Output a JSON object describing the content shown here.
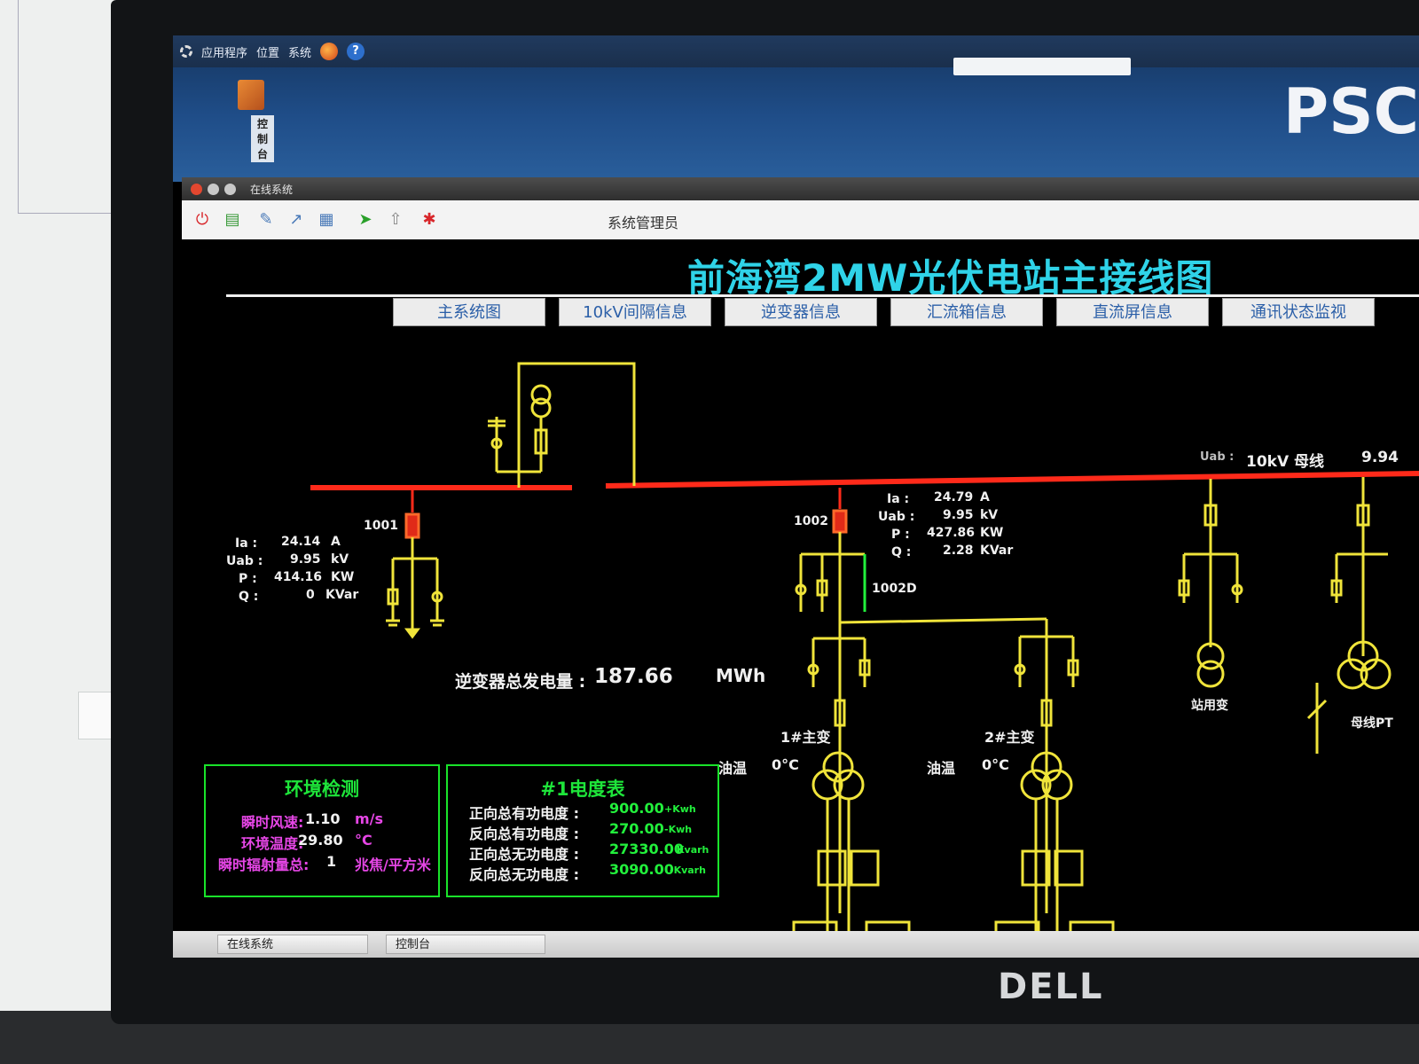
{
  "desktop": {
    "menu": [
      "应用程序",
      "位置",
      "系统"
    ],
    "desktop_icon_label": "控制台",
    "logo_text": "PSC"
  },
  "window": {
    "title": "在线系统",
    "user": "系统管理员"
  },
  "page": {
    "title": "前海湾2MW光伏电站主接线图",
    "nav": [
      "主系统图",
      "10kV间隔信息",
      "逆变器信息",
      "汇流箱信息",
      "直流屏信息",
      "通讯状态监视"
    ]
  },
  "diagram": {
    "bus_label": "10kV 母线",
    "bus_uab_label": "Uab :",
    "bus_uab_value": "9.94",
    "feeder1": {
      "id": "1001",
      "labels": [
        "Ia :",
        "Uab :",
        "P :",
        "Q :"
      ],
      "values": [
        "24.14",
        "9.95",
        "414.16",
        "0"
      ],
      "units": [
        "A",
        "kV",
        "KW",
        "KVar"
      ]
    },
    "feeder2": {
      "id": "1002",
      "ground_switch": "1002D",
      "labels": [
        "Ia :",
        "Uab :",
        "P :",
        "Q :"
      ],
      "values": [
        "24.79",
        "9.95",
        "427.86",
        "2.28"
      ],
      "units": [
        "A",
        "kV",
        "KW",
        "KVar"
      ]
    },
    "inverter_total_label": "逆变器总发电量 :",
    "inverter_total_value": "187.66",
    "inverter_total_unit": "MWh",
    "transformer1": {
      "name": "1#主变",
      "oil_label": "油温",
      "oil_value": "0°C"
    },
    "transformer2": {
      "name": "2#主变",
      "oil_label": "油温",
      "oil_value": "0°C"
    },
    "station_transformer": "站用变",
    "bus_pt": "母线PT"
  },
  "env": {
    "title": "环境检测",
    "rows": [
      {
        "label": "瞬时风速:",
        "value": "1.10",
        "unit": "m/s"
      },
      {
        "label": "环境温度:",
        "value": "29.80",
        "unit": "°C"
      },
      {
        "label": "瞬时辐射量总:",
        "value": "1",
        "unit": "兆焦/平方米"
      }
    ]
  },
  "meter": {
    "title": "#1电度表",
    "rows": [
      {
        "label": "正向总有功电度 :",
        "value": "900.00",
        "unit": "+Kwh"
      },
      {
        "label": "反向总有功电度 :",
        "value": "270.00",
        "unit": "-Kwh"
      },
      {
        "label": "正向总无功电度 :",
        "value": "27330.00",
        "unit": "Kvarh"
      },
      {
        "label": "反向总无功电度 :",
        "value": "3090.00",
        "unit": "-Kvarh"
      }
    ]
  },
  "taskbar": [
    "在线系统",
    "控制台"
  ],
  "monitor_brand": "DELL",
  "colors": {
    "bus": "#ff2a1a",
    "line": "#f0e43a",
    "title": "#2fd3e8",
    "panel": "#19e32a"
  }
}
